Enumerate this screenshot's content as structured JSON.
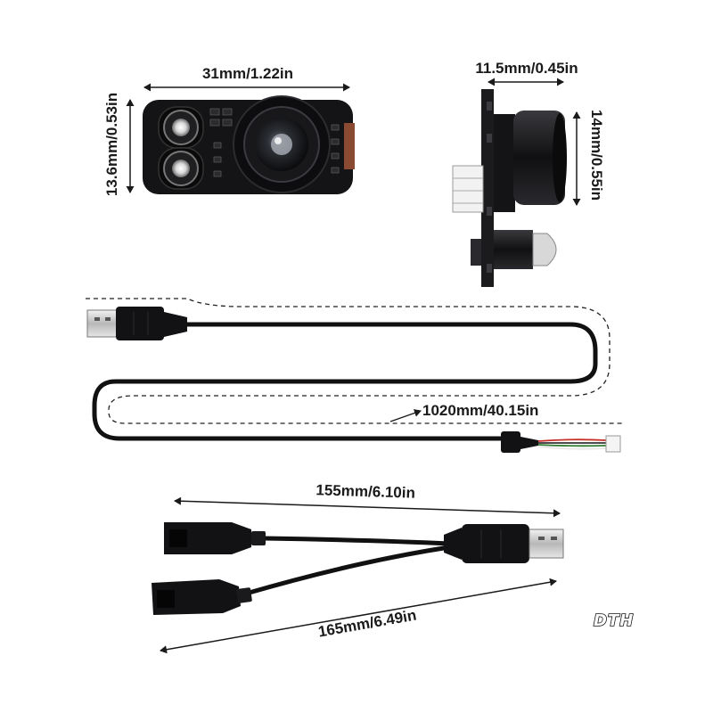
{
  "dimensions": {
    "module_width": "31mm/1.22in",
    "module_height": "13.6mm/0.53in",
    "side_depth": "11.5mm/0.45in",
    "side_height": "14mm/0.55in",
    "cable_length": "1020mm/40.15in",
    "y_cable_upper": "155mm/6.10in",
    "y_cable_lower": "165mm/6.49in"
  },
  "watermark": "DTH",
  "colors": {
    "board": "#141416",
    "cable": "#111111",
    "led": "#e9e9e9",
    "line": "#1a1a1a"
  }
}
